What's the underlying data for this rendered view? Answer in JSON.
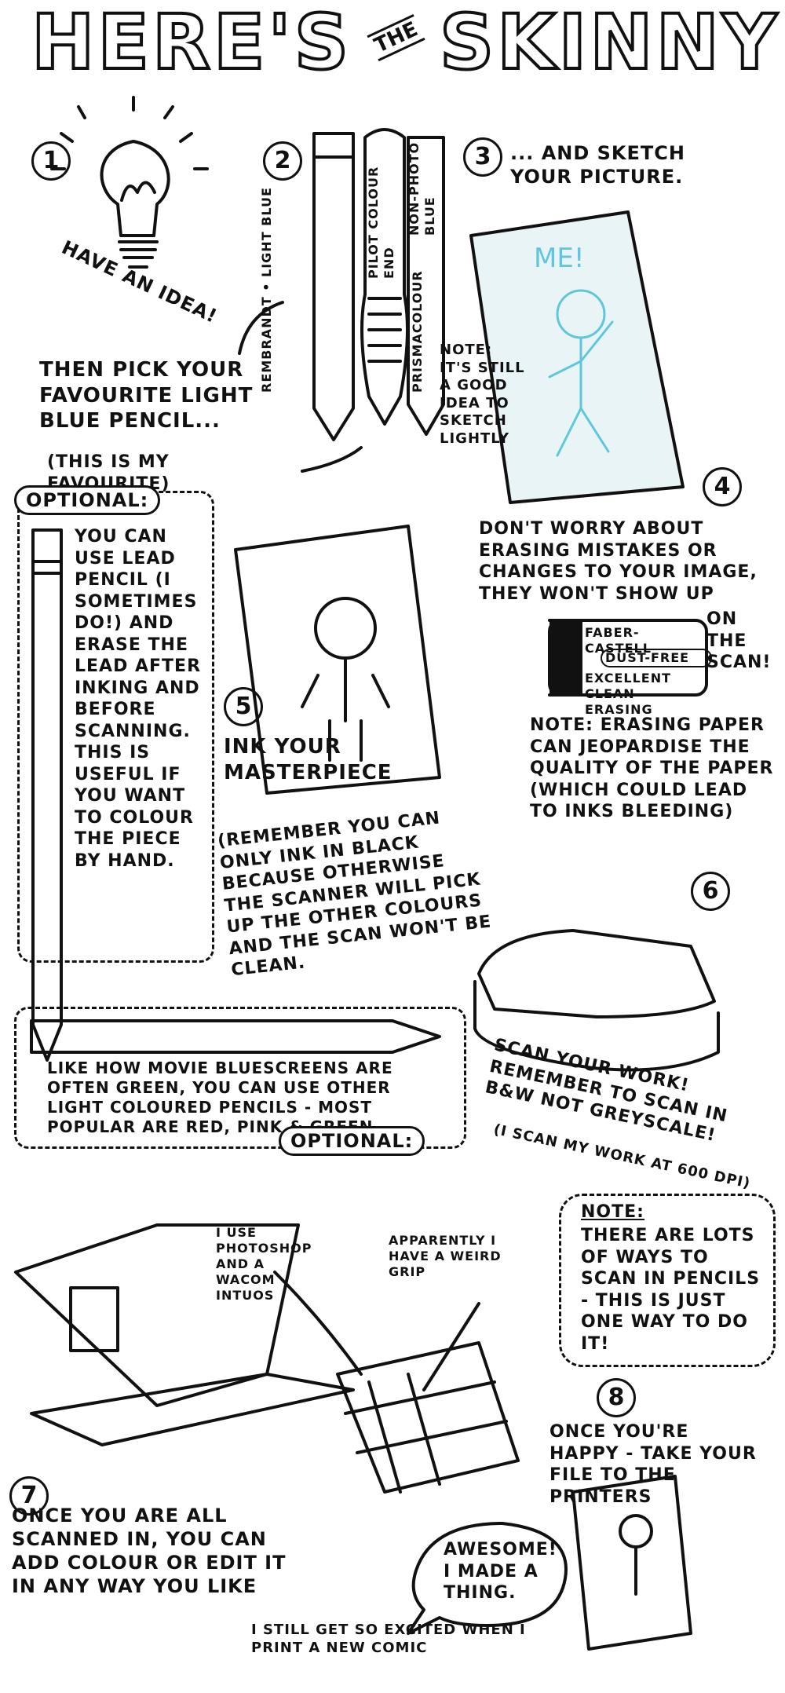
{
  "title": {
    "heres": "HERE'S",
    "the": "THE",
    "skinny": "SKINNY"
  },
  "steps": {
    "s1": {
      "num": "1",
      "text": "HAVE AN IDEA!"
    },
    "s2": {
      "num": "2",
      "text": "THEN PICK YOUR FAVOURITE LIGHT BLUE PENCIL...",
      "note": "(THIS IS MY FAVOURITE)",
      "pencils": [
        "REMBRANDT • LIGHT BLUE",
        "PILOT COLOUR END",
        "NON-PHOTO BLUE",
        "PRISMACOLOUR"
      ]
    },
    "s3": {
      "num": "3",
      "text": "... AND SKETCH YOUR PICTURE.",
      "sketch_label": "ME!",
      "note": "NOTE: IT'S STILL A GOOD IDEA TO SKETCH LIGHTLY"
    },
    "s4": {
      "num": "4",
      "text": "DON'T WORRY ABOUT ERASING MISTAKES OR CHANGES TO YOUR IMAGE, THEY WON'T SHOW UP",
      "text2": "ON THE SCAN!",
      "eraser": {
        "brand": "FABER-CASTELL",
        "tag": "DUST-FREE",
        "line": "EXCELLENT CLEAN ERASING"
      },
      "note": "NOTE: ERASING PAPER CAN JEOPARDISE THE QUALITY OF THE PAPER (WHICH COULD LEAD TO INKS BLEEDING)"
    },
    "s5": {
      "num": "5",
      "text": "INK YOUR MASTERPIECE",
      "note": "(REMEMBER YOU CAN ONLY INK IN BLACK BECAUSE OTHERWISE THE SCANNER WILL PICK UP THE OTHER COLOURS AND THE SCAN WON'T BE CLEAN."
    },
    "s6": {
      "num": "6",
      "text": "SCAN YOUR WORK! REMEMBER TO SCAN IN B&W NOT GREYSCALE!",
      "note": "(I SCAN MY WORK AT 600 DPI)"
    },
    "s7": {
      "num": "7",
      "text": "ONCE YOU ARE ALL SCANNED IN, YOU CAN ADD COLOUR OR EDIT IT IN ANY WAY YOU LIKE",
      "tools": "I USE PHOTOSHOP AND A WACOM INTUOS",
      "grip": "APPARENTLY I HAVE A WEIRD GRIP"
    },
    "s8": {
      "num": "8",
      "text": "ONCE YOU'RE HAPPY - TAKE YOUR FILE TO THE PRINTERS",
      "bubble": "AWESOME! I MADE A THING.",
      "caption": "I STILL GET SO EXCITED WHEN I PRINT A NEW COMIC"
    }
  },
  "optional1": {
    "label": "OPTIONAL:",
    "text": "YOU CAN USE LEAD PENCIL (I SOMETIMES DO!) AND ERASE THE LEAD AFTER INKING AND BEFORE SCANNING. THIS IS USEFUL IF YOU WANT TO COLOUR THE PIECE BY HAND."
  },
  "optional2": {
    "label": "OPTIONAL:",
    "text": "LIKE HOW MOVIE BLUESCREENS ARE OFTEN GREEN, YOU CAN USE OTHER LIGHT COLOURED PENCILS - MOST POPULAR ARE RED, PINK & GREEN."
  },
  "note_box": {
    "label": "NOTE:",
    "text": "THERE ARE LOTS OF WAYS TO SCAN IN PENCILS - THIS IS JUST ONE WAY TO DO IT!"
  },
  "colors": {
    "ink": "#111111",
    "sketch_blue": "#5fc6dc",
    "sketch_bg": "#e8f4f6"
  }
}
